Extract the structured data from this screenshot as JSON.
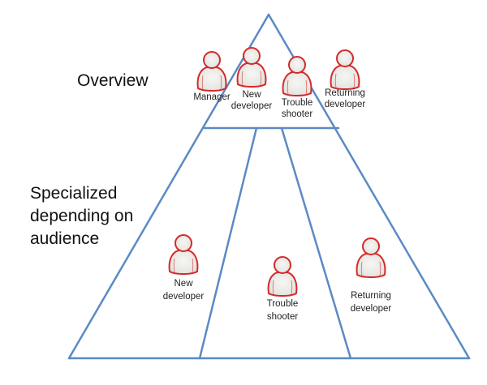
{
  "diagram": {
    "title": "Audience pyramid",
    "colors": {
      "edge": "#5b8ac4",
      "persona_outline": "#d42a2a",
      "persona_fill": "#eeeeec",
      "text": "#222222"
    },
    "sections": {
      "overview": {
        "label": "Overview",
        "personas": [
          {
            "id": "manager",
            "label_lines": [
              "Manager"
            ]
          },
          {
            "id": "new-developer",
            "label_lines": [
              "New",
              "developer"
            ]
          },
          {
            "id": "trouble-shooter",
            "label_lines": [
              "Trouble",
              "shooter"
            ]
          },
          {
            "id": "returning-developer",
            "label_lines": [
              "Returning",
              "developer"
            ]
          }
        ]
      },
      "specialized": {
        "label": "Specialized\ndepending on\naudience",
        "personas": [
          {
            "id": "new-developer",
            "label_lines": [
              "New",
              "developer"
            ]
          },
          {
            "id": "trouble-shooter",
            "label_lines": [
              "Trouble",
              "shooter"
            ]
          },
          {
            "id": "returning-developer",
            "label_lines": [
              "Returning",
              "developer"
            ]
          }
        ]
      }
    }
  }
}
